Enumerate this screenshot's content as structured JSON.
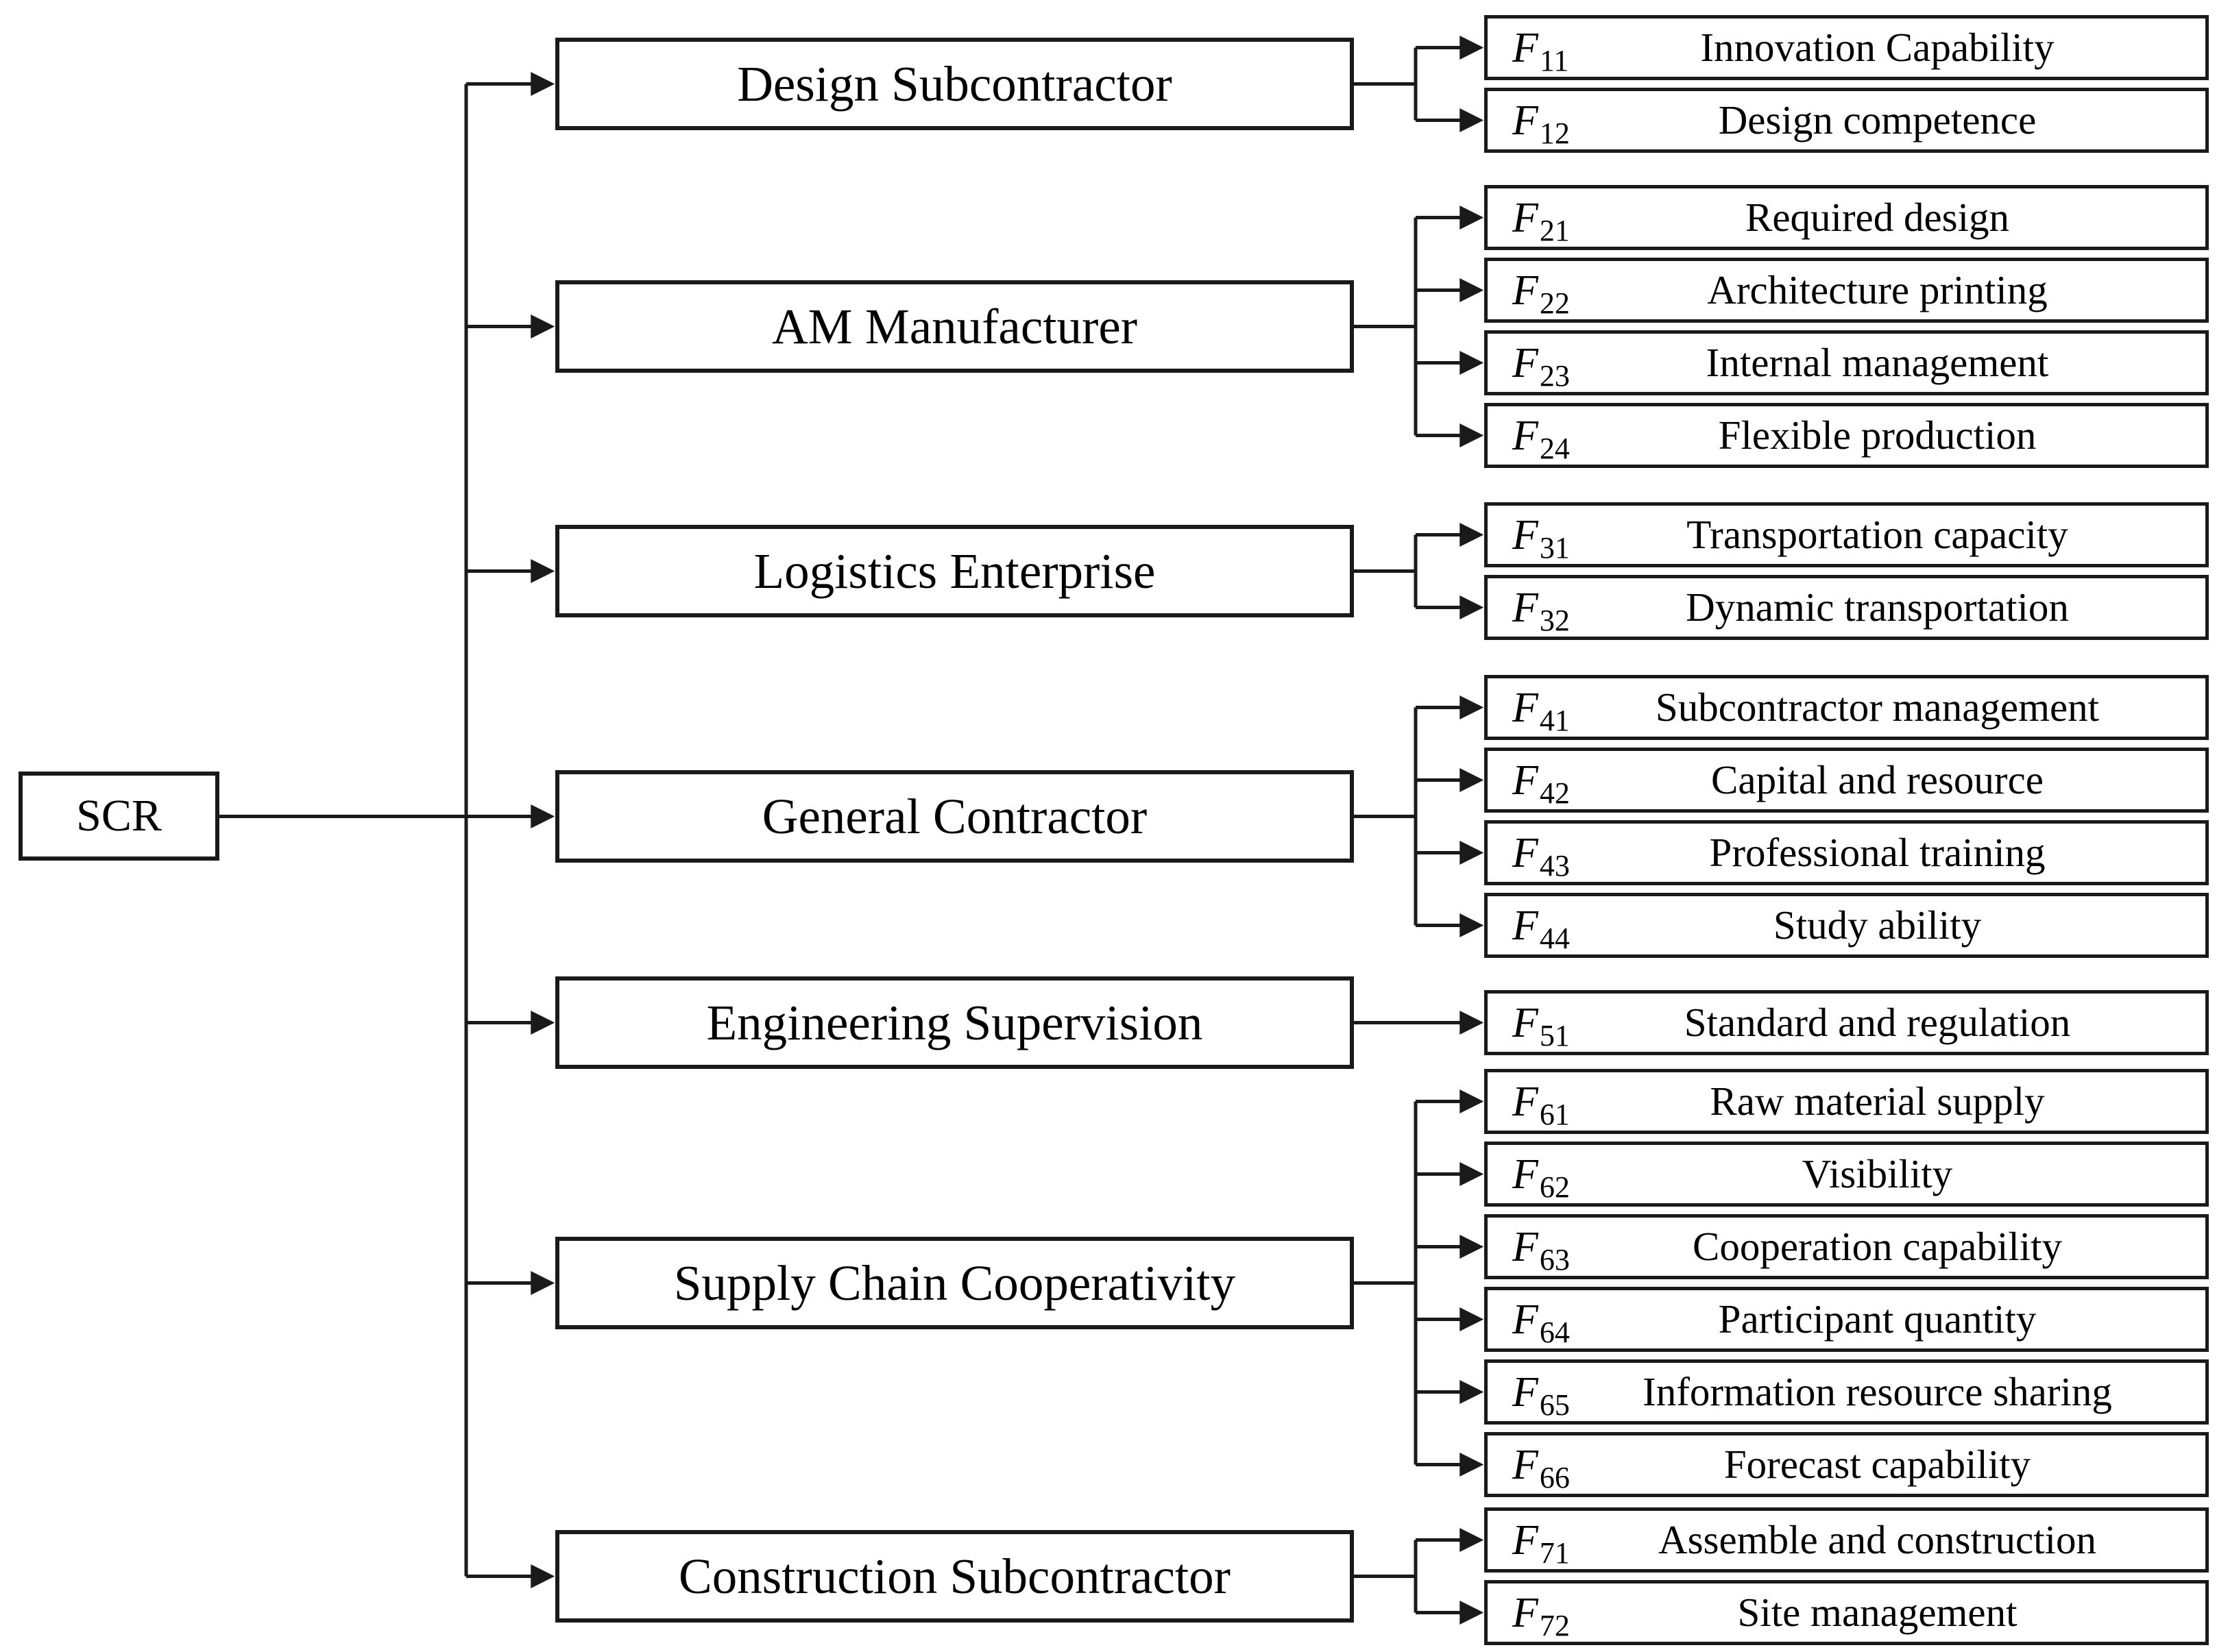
{
  "figure": {
    "root": {
      "label": "SCR"
    },
    "categories": [
      {
        "label": "Design Subcontractor",
        "factors": [
          {
            "symbol": "F",
            "sub": "11",
            "label": "Innovation Capability"
          },
          {
            "symbol": "F",
            "sub": "12",
            "label": "Design competence"
          }
        ]
      },
      {
        "label": "AM Manufacturer",
        "factors": [
          {
            "symbol": "F",
            "sub": "21",
            "label": "Required design"
          },
          {
            "symbol": "F",
            "sub": "22",
            "label": "Architecture printing"
          },
          {
            "symbol": "F",
            "sub": "23",
            "label": "Internal management"
          },
          {
            "symbol": "F",
            "sub": "24",
            "label": "Flexible production"
          }
        ]
      },
      {
        "label": "Logistics Enterprise",
        "factors": [
          {
            "symbol": "F",
            "sub": "31",
            "label": "Transportation capacity"
          },
          {
            "symbol": "F",
            "sub": "32",
            "label": "Dynamic transportation"
          }
        ]
      },
      {
        "label": "General Contractor",
        "factors": [
          {
            "symbol": "F",
            "sub": "41",
            "label": "Subcontractor management"
          },
          {
            "symbol": "F",
            "sub": "42",
            "label": "Capital and resource"
          },
          {
            "symbol": "F",
            "sub": "43",
            "label": "Professional training"
          },
          {
            "symbol": "F",
            "sub": "44",
            "label": "Study ability"
          }
        ]
      },
      {
        "label": "Engineering Supervision",
        "factors": [
          {
            "symbol": "F",
            "sub": "51",
            "label": "Standard and regulation"
          }
        ]
      },
      {
        "label": "Supply Chain Cooperativity",
        "factors": [
          {
            "symbol": "F",
            "sub": "61",
            "label": "Raw material supply"
          },
          {
            "symbol": "F",
            "sub": "62",
            "label": "Visibility"
          },
          {
            "symbol": "F",
            "sub": "63",
            "label": "Cooperation capability"
          },
          {
            "symbol": "F",
            "sub": "64",
            "label": "Participant quantity"
          },
          {
            "symbol": "F",
            "sub": "65",
            "label": "Information resource sharing"
          },
          {
            "symbol": "F",
            "sub": "66",
            "label": "Forecast capability"
          }
        ]
      },
      {
        "label": "Construction Subcontractor",
        "factors": [
          {
            "symbol": "F",
            "sub": "71",
            "label": "Assemble and construction"
          },
          {
            "symbol": "F",
            "sub": "72",
            "label": "Site management"
          }
        ]
      }
    ],
    "colors": {
      "background": "#ffffff",
      "line": "#1a1a1a",
      "text": "#000000"
    }
  }
}
